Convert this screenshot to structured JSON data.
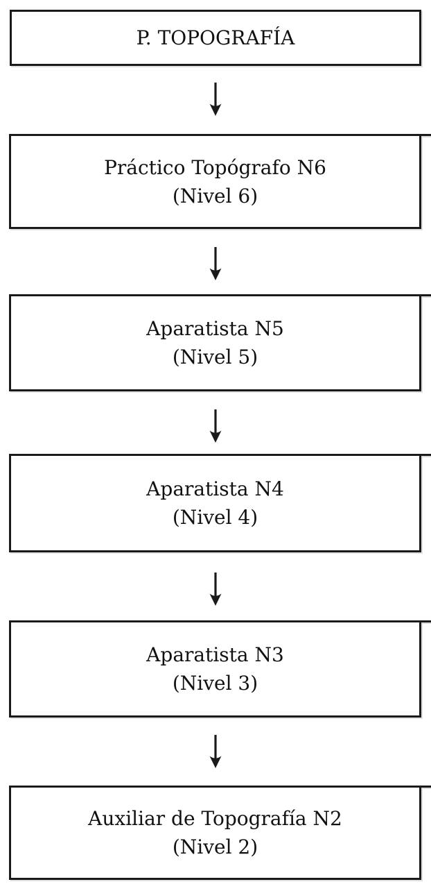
{
  "flowchart": {
    "description": "career-progression-flowchart-topography",
    "nodes": [
      {
        "label": "P. TOPOGRAFÍA",
        "sublabel": null
      },
      {
        "label": "Práctico Topógrafo N6",
        "sublabel": "(Nivel 6)"
      },
      {
        "label": "Aparatista N5",
        "sublabel": "(Nivel 5)"
      },
      {
        "label": "Aparatista N4",
        "sublabel": "(Nivel 4)"
      },
      {
        "label": "Aparatista N3",
        "sublabel": "(Nivel 3)"
      },
      {
        "label": "Auxiliar de Topografía N2",
        "sublabel": "(Nivel 2)"
      }
    ],
    "connector": "down-arrow",
    "colors": {
      "border": "#1a1a1a",
      "text": "#111111",
      "background": "#ffffff"
    }
  }
}
